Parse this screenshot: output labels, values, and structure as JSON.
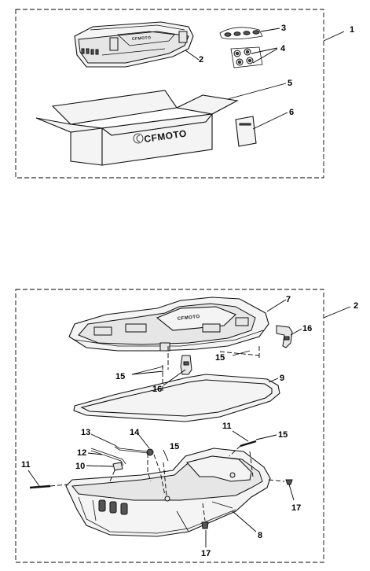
{
  "brand_text": "CFMOTO",
  "callouts": {
    "c1": "1",
    "c2_top": "2",
    "c3": "3",
    "c4": "4",
    "c5": "5",
    "c6": "6",
    "c2_bottom": "2",
    "c7": "7",
    "c16_right": "16",
    "c15_right": "15",
    "c15_left": "15",
    "c16_left": "16",
    "c9": "9",
    "c11_right": "11",
    "c15_mid": "15",
    "c13": "13",
    "c14": "14",
    "c15_low": "15",
    "c12": "12",
    "c10": "10",
    "c11_left": "11",
    "c17_right": "17",
    "c8": "8",
    "c17_bottom": "17"
  }
}
